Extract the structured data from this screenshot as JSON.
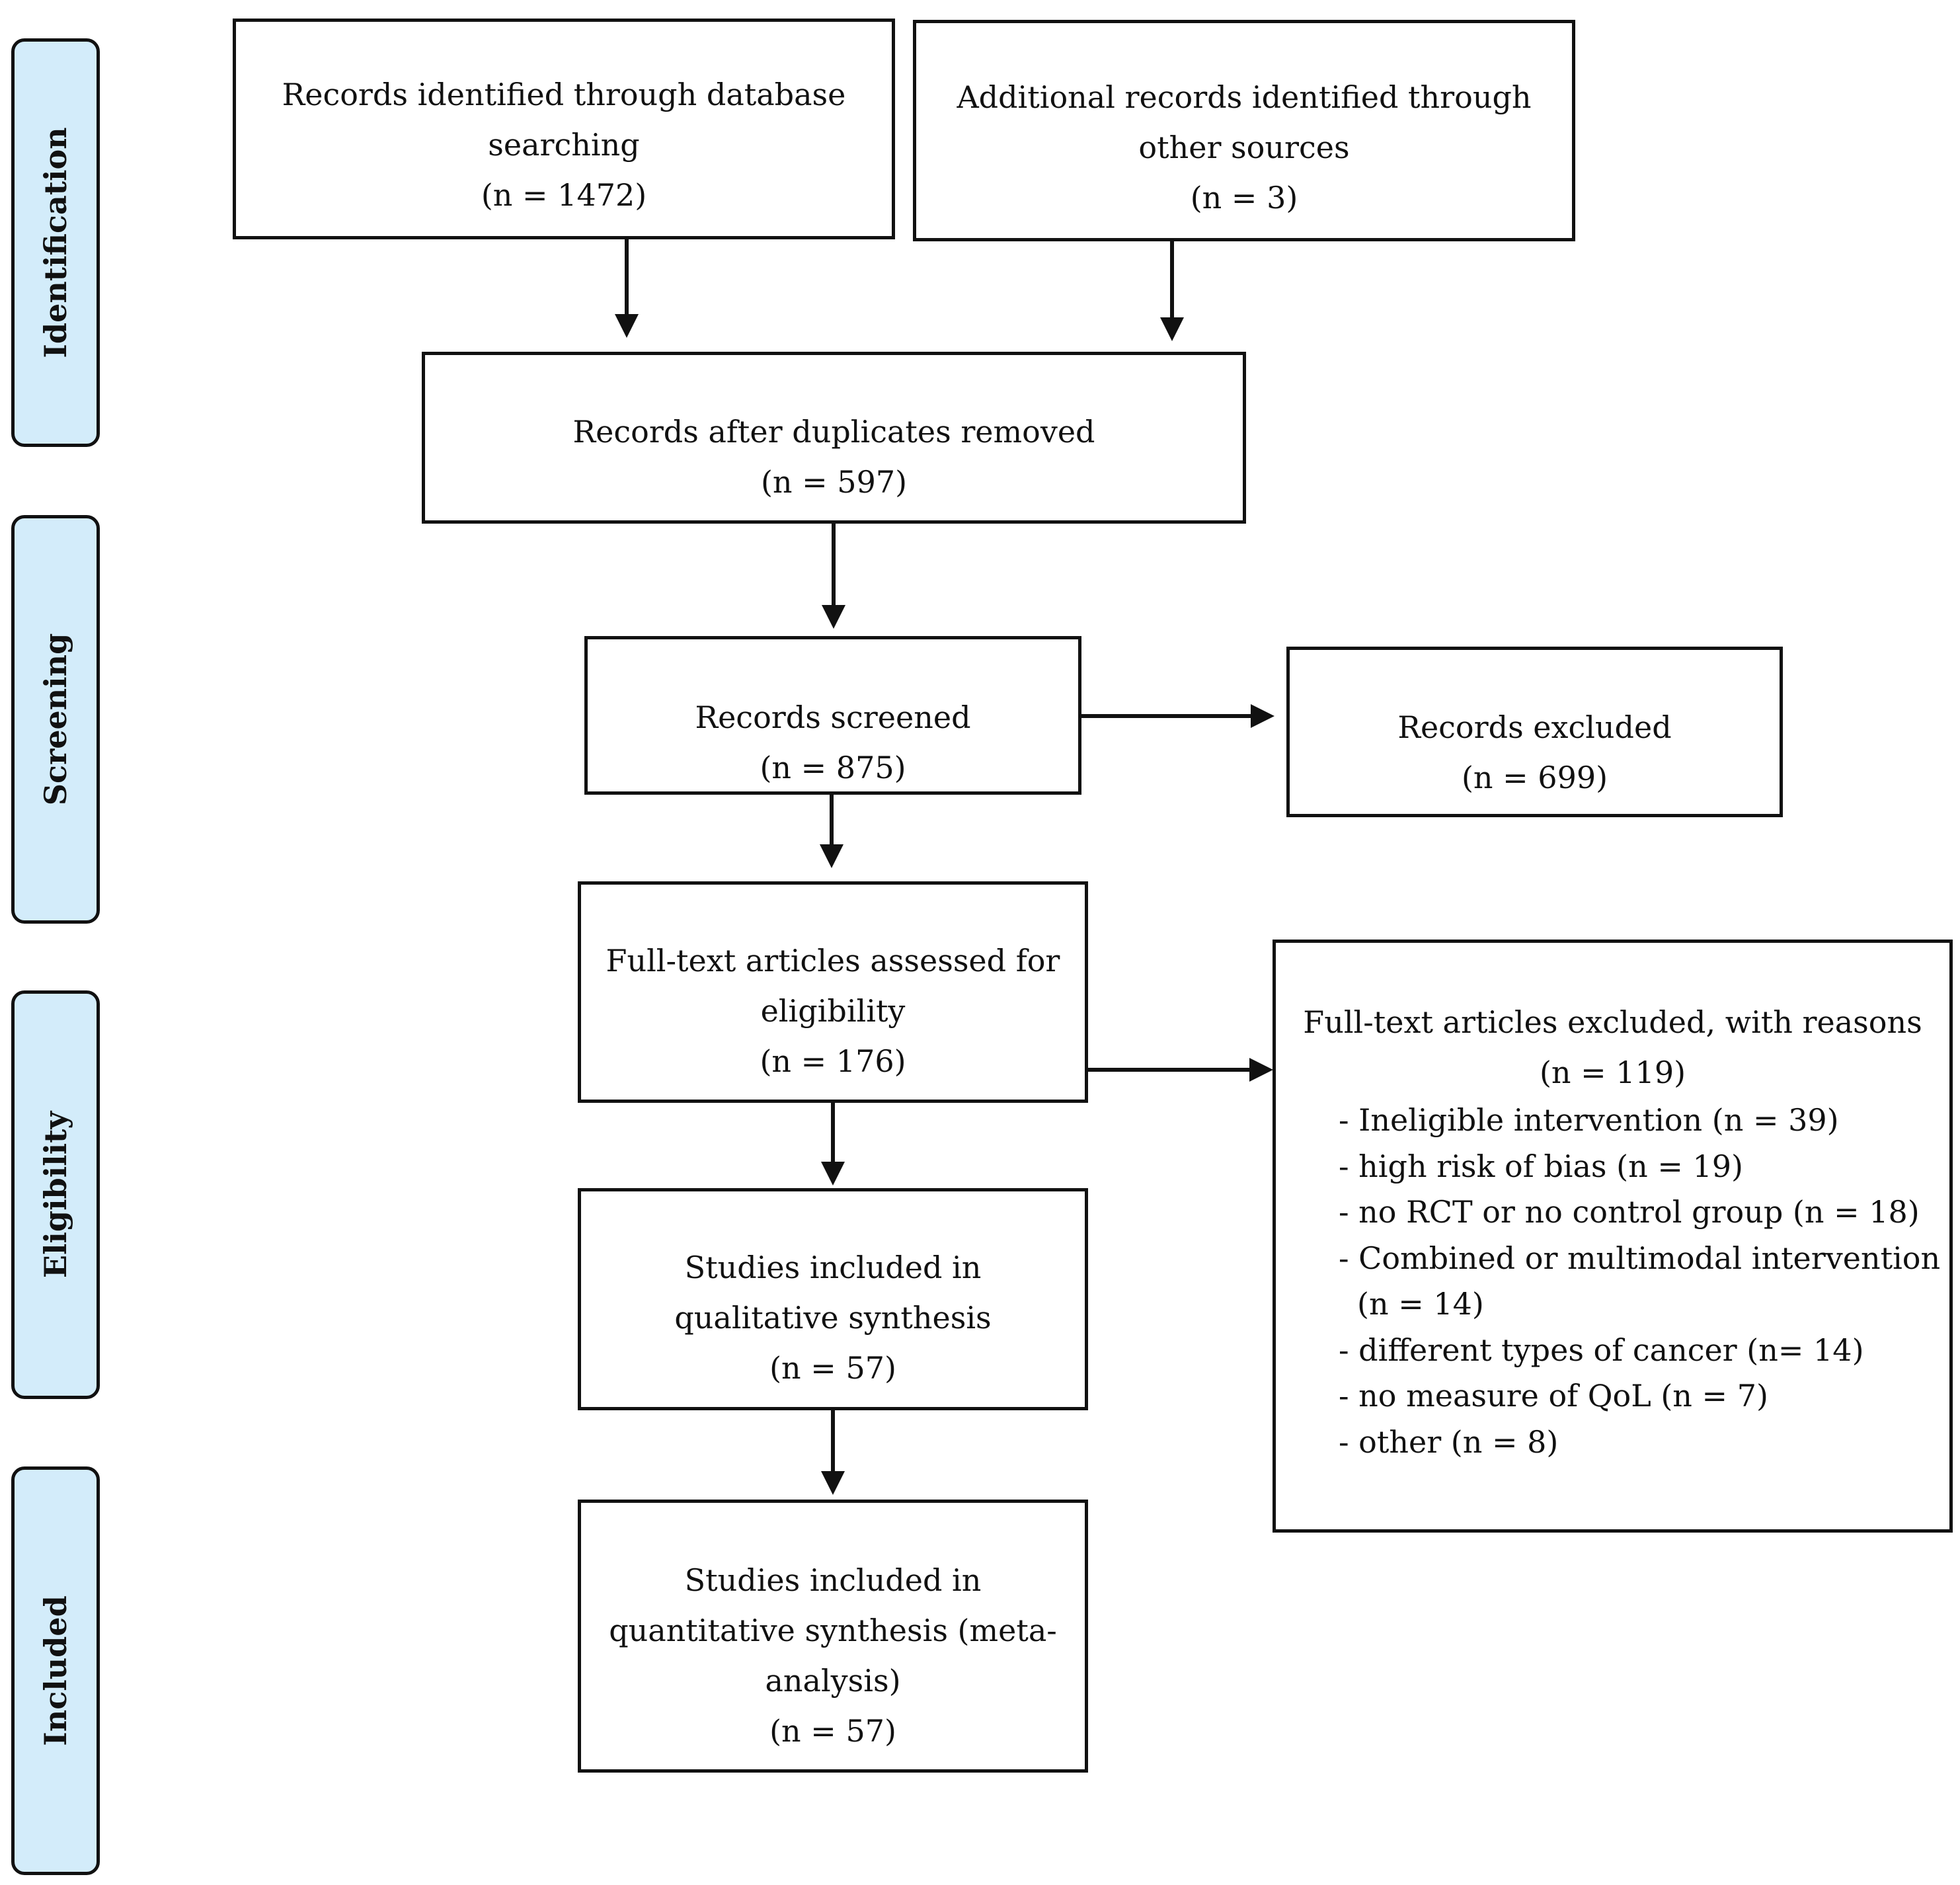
{
  "stages": {
    "identification": "Identification",
    "screening": "Screening",
    "eligibility": "Eligibility",
    "included": "Included"
  },
  "boxes": {
    "database_records": {
      "lines": [
        "Records identified through database",
        "searching",
        "(n = 1472)"
      ]
    },
    "additional_records": {
      "lines": [
        "Additional records identified through",
        "other sources",
        "(n = 3)"
      ]
    },
    "after_duplicates": {
      "lines": [
        "Records after duplicates removed",
        "(n = 597)"
      ]
    },
    "screened": {
      "lines": [
        "Records screened",
        "(n = 875)"
      ]
    },
    "excluded": {
      "lines": [
        "Records excluded",
        "(n = 699)"
      ]
    },
    "fulltext_assessed": {
      "lines": [
        "Full-text articles assessed for",
        "eligibility",
        "(n = 176)"
      ]
    },
    "fulltext_excluded": {
      "lines": [
        "Full-text articles excluded, with reasons",
        "(n = 119)"
      ],
      "reasons": [
        "- Ineligible intervention (n = 39)",
        "- high risk of bias (n = 19)",
        "- no RCT or no control group (n = 18)",
        "- Combined or multimodal intervention",
        "(n = 14)",
        "- different types of cancer (n= 14)",
        "- no measure of QoL (n = 7)",
        "- other (n = 8)"
      ]
    },
    "qualitative": {
      "lines": [
        "Studies included in",
        "qualitative synthesis",
        "(n = 57)"
      ]
    },
    "quantitative": {
      "lines": [
        "Studies included in",
        "quantitative synthesis (meta-",
        "analysis)",
        "(n = 57)"
      ]
    }
  }
}
